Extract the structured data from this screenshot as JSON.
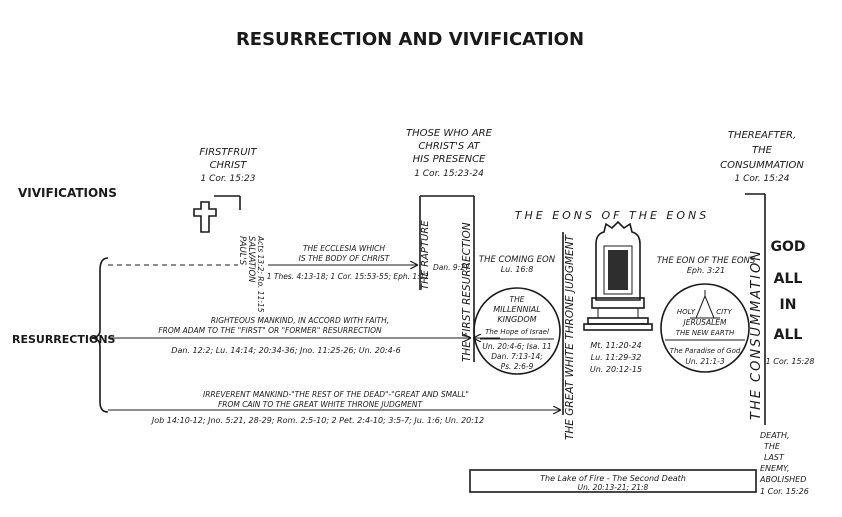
{
  "title": "RESURRECTION AND VIVIFICATION",
  "left_labels": {
    "vivifications": "VIVIFICATIONS",
    "resurrections": "RESURRECTIONS"
  },
  "firstfruit": {
    "line1": "FIRSTFRUIT",
    "line2": "CHRIST",
    "ref": "1 Cor. 15:23"
  },
  "presence": {
    "line1": "THOSE WHO ARE",
    "line2": "CHRIST'S AT",
    "line3": "HIS PRESENCE",
    "ref": "1 Cor. 15:23-24"
  },
  "thereafter": {
    "line1": "THEREAFTER,",
    "line2": "THE",
    "line3": "CONSUMMATION",
    "ref": "1 Cor. 15:24"
  },
  "eons_header": "THE EONS OF THE EONS",
  "paul": {
    "line1": "PAUL'S",
    "line2": "SALVATION",
    "ref": "Acts 13:2; Ro. 11:15"
  },
  "ecclesia": {
    "line1": "THE ECCLESIA WHICH",
    "line2": "IS THE BODY OF CHRIST",
    "refs": "1 Thes. 4:13-18;  1 Cor. 15:53-55; Eph. 1:11"
  },
  "rapture": "THE RAPTURE",
  "dan927": "Dan. 9:27",
  "first_resurrection": "THE FIRST RESURRECTION",
  "coming_eon": {
    "label": "THE COMING EON",
    "ref": "Lu. 16:8"
  },
  "kingdom": {
    "line1": "THE",
    "line2": "MILLENNIAL",
    "line3": "KINGDOM",
    "line4": "The Hope of Israel",
    "refs": [
      "Un. 20:4-6; Isa. 11",
      "Dan. 7:13-14;",
      "Ps. 2:6-9"
    ]
  },
  "great_white_throne": "THE GREAT WHITE THRONE JUDGMENT",
  "throne_refs": [
    "Mt. 11:20-24",
    "Lu. 11:29-32",
    "Un. 20:12-15"
  ],
  "eon_of_eons": {
    "label": "THE EON OF THE EONS",
    "ref": "Eph. 3:21"
  },
  "new_earth": {
    "holy": "HOLY",
    "city": "CITY",
    "jerusalem": "JERUSALEM",
    "new_earth": "THE NEW EARTH",
    "paradise": "The Paradise of God",
    "ref": "Un. 21:1-3"
  },
  "consummation": "THE CONSUMMATION",
  "god_all": {
    "god": "GOD",
    "all1": "ALL",
    "in": "IN",
    "all2": "ALL",
    "ref": "1 Cor. 15:28"
  },
  "righteous": {
    "line1": "RIGHTEOUS MANKIND, IN ACCORD WITH FAITH,",
    "line2": "FROM ADAM TO THE \"FIRST\" OR \"FORMER\" RESURRECTION",
    "refs": "Dan. 12:2;  Lu. 14:14; 20:34-36;  Jno. 11:25-26;  Un. 20:4-6"
  },
  "irreverent": {
    "line1": "IRREVERENT MANKIND-\"THE REST OF THE DEAD\"-\"GREAT AND SMALL\"",
    "line2": "FROM CAIN TO THE GREAT WHITE THRONE JUDGMENT",
    "refs": "Job 14:10-12;  Jno. 5:21, 28-29;  Rom. 2:5-10;  2 Pet. 2:4-10; 3:5-7;  Ju. 1:6;  Un. 20:12"
  },
  "death": {
    "l1": "DEATH,",
    "l2": "THE",
    "l3": "LAST",
    "l4": "ENEMY,",
    "l5": "ABOLISHED",
    "ref": "1 Cor. 15:26"
  },
  "lake": {
    "line1": "The Lake of Fire - The Second Death",
    "line2": "Un. 20:13-21; 21:8"
  }
}
